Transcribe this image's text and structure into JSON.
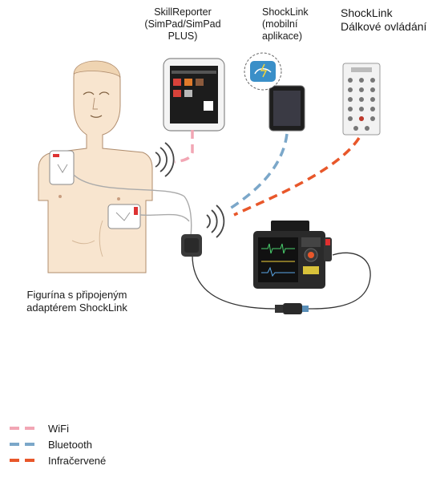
{
  "labels": {
    "skillreporter": "SkillReporter",
    "skillreporter_sub": "(SimPad/SimPad PLUS)",
    "shocklink_app_1": "ShockLink",
    "shocklink_app_2": "(mobilní",
    "shocklink_app_3": "aplikace)",
    "remote_1": "ShockLink",
    "remote_2": "Dálkové ovládání",
    "manikin_1": "Figurína s připojeným",
    "manikin_2": "adaptérem ShockLink"
  },
  "legend": [
    {
      "label": "WiFi",
      "color": "#f2a6b4"
    },
    {
      "label": "Bluetooth",
      "color": "#7ba7c9"
    },
    {
      "label": "Infračervené",
      "color": "#e8572a"
    }
  ],
  "icons": {
    "simpad": "tablet-icon",
    "phone": "phone-icon",
    "remote": "remote-control-icon",
    "manikin": "manikin-icon",
    "defib": "defibrillator-icon",
    "adapter": "shocklink-adapter-icon",
    "wireless": "wireless-signal-icon"
  }
}
